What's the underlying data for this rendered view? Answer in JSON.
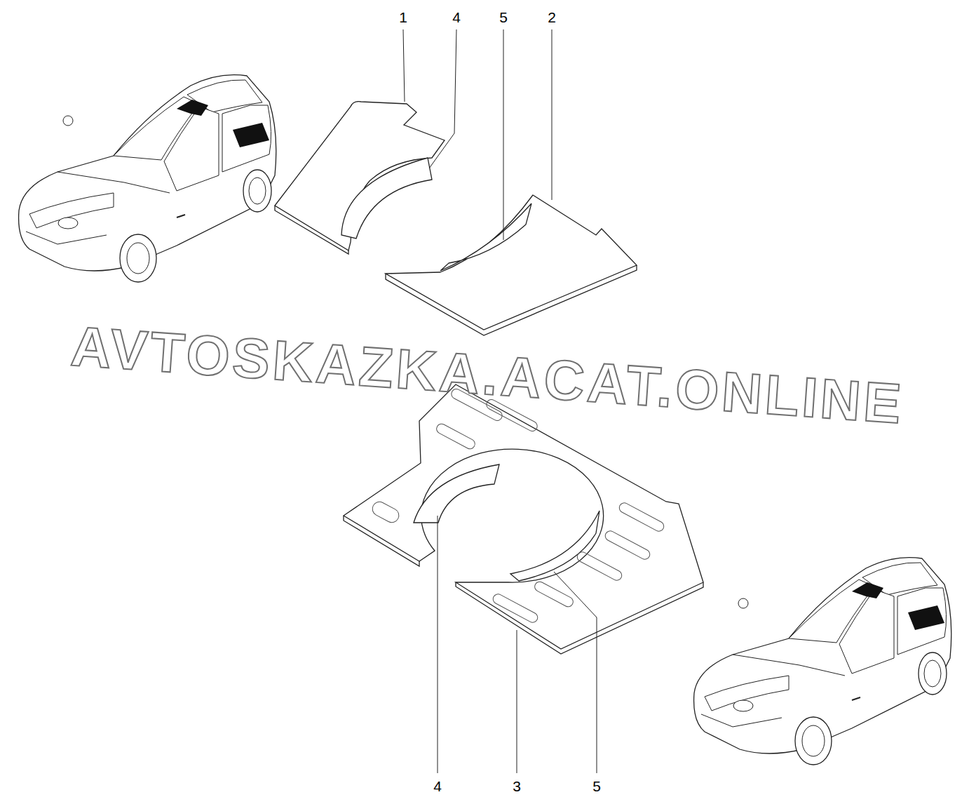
{
  "diagram": {
    "labels": [
      "1",
      "4",
      "5",
      "2",
      "4",
      "3",
      "5",
      "AVTOSKAZKA.ACAT.ONLINE"
    ]
  }
}
